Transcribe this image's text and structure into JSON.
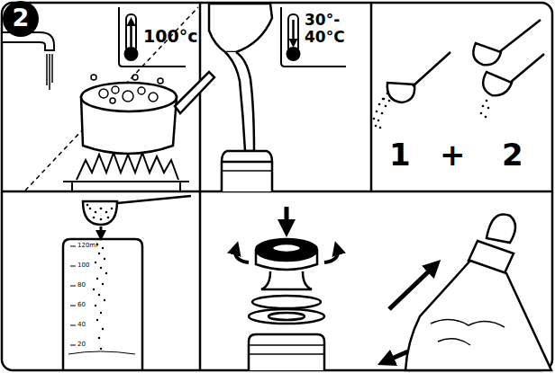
{
  "diagram": {
    "nodes": [
      {
        "text": [
          "2"
        ]
      },
      {
        "text": [
          "100°c"
        ]
      },
      {
        "text": [
          "30°- 40°C"
        ]
      },
      {
        "text": [
          "1",
          "+",
          "2"
        ]
      },
      {
        "text": [
          "120ml",
          "100",
          "80",
          "60",
          "40",
          "20"
        ]
      }
    ]
  }
}
